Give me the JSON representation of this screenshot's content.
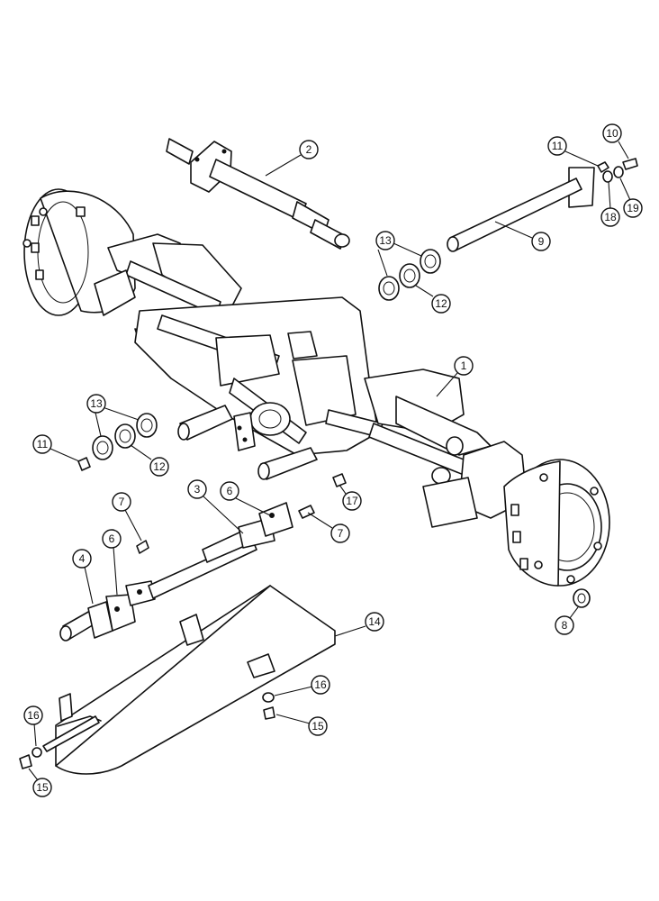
{
  "callouts": [
    {
      "label": "2"
    },
    {
      "label": "11"
    },
    {
      "label": "10"
    },
    {
      "label": "18"
    },
    {
      "label": "19"
    },
    {
      "label": "9"
    },
    {
      "label": "13"
    },
    {
      "label": "12"
    },
    {
      "label": "1"
    },
    {
      "label": "13"
    },
    {
      "label": "11"
    },
    {
      "label": "12"
    },
    {
      "label": "3"
    },
    {
      "label": "6"
    },
    {
      "label": "17"
    },
    {
      "label": "7"
    },
    {
      "label": "7"
    },
    {
      "label": "6"
    },
    {
      "label": "4"
    },
    {
      "label": "8"
    },
    {
      "label": "14"
    },
    {
      "label": "16"
    },
    {
      "label": "15"
    },
    {
      "label": "16"
    },
    {
      "label": "15"
    }
  ]
}
